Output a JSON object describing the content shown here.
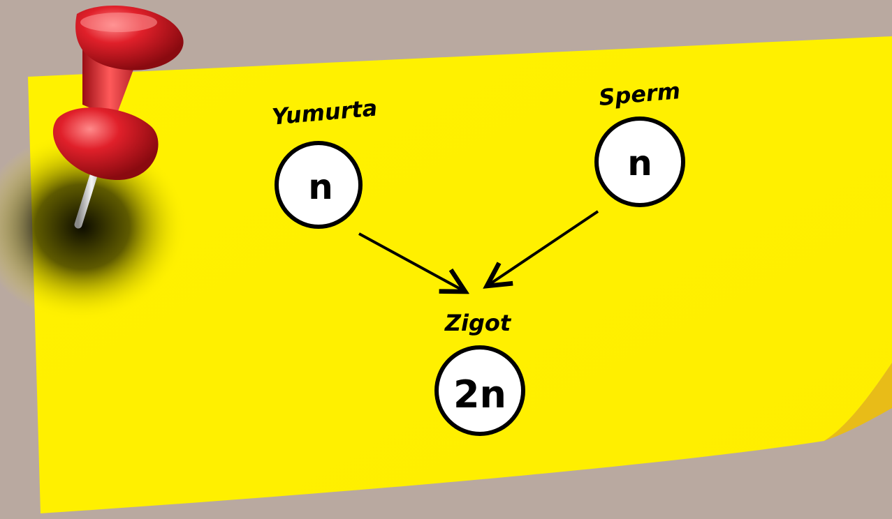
{
  "diagram": {
    "nodes": {
      "egg": {
        "label": "Yumurta",
        "ploidy": "n"
      },
      "sperm": {
        "label": "Sperm",
        "ploidy": "n"
      },
      "zygote": {
        "label": "Zigot",
        "ploidy": "2n"
      }
    },
    "edges": [
      {
        "from": "egg",
        "to": "zygote"
      },
      {
        "from": "sperm",
        "to": "zygote"
      }
    ]
  },
  "colors": {
    "background": "#b9a9a0",
    "note": "#fff200",
    "pin": "#d8202a",
    "cell_fill": "#ffffff",
    "stroke": "#000000"
  },
  "icons": {
    "pin": "push-pin-icon"
  }
}
